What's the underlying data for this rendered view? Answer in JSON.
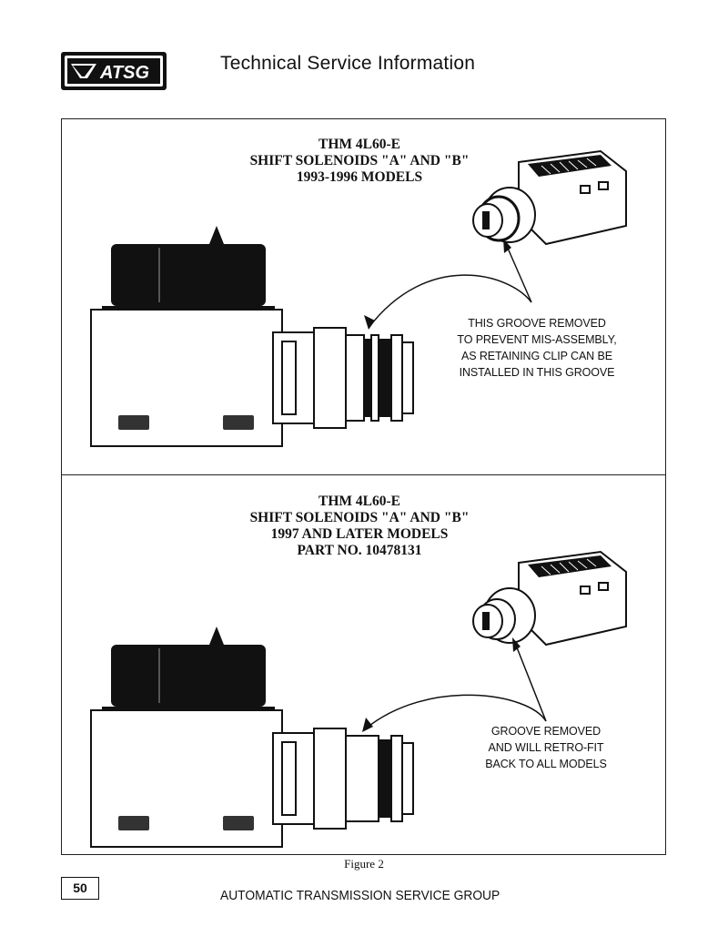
{
  "header": {
    "logo_text": "ATSG",
    "title": "Technical Service Information"
  },
  "panels": [
    {
      "title_lines": [
        "THM  4L60-E",
        "SHIFT SOLENOIDS \"A\" AND \"B\"",
        "1993-1996 MODELS"
      ],
      "note_lines": [
        "THIS GROOVE REMOVED",
        "TO PREVENT MIS-ASSEMBLY,",
        "AS RETAINING CLIP CAN BE",
        "INSTALLED IN THIS GROOVE"
      ]
    },
    {
      "title_lines": [
        "THM  4L60-E",
        "SHIFT SOLENOIDS \"A\" AND \"B\"",
        "1997 AND LATER MODELS",
        "PART NO.  10478131"
      ],
      "note_lines": [
        "GROOVE REMOVED",
        "AND WILL RETRO-FIT",
        "BACK TO ALL MODELS"
      ]
    }
  ],
  "caption": "Figure 2",
  "footer": {
    "page_number": "50",
    "org_name": "AUTOMATIC TRANSMISSION SERVICE GROUP"
  }
}
